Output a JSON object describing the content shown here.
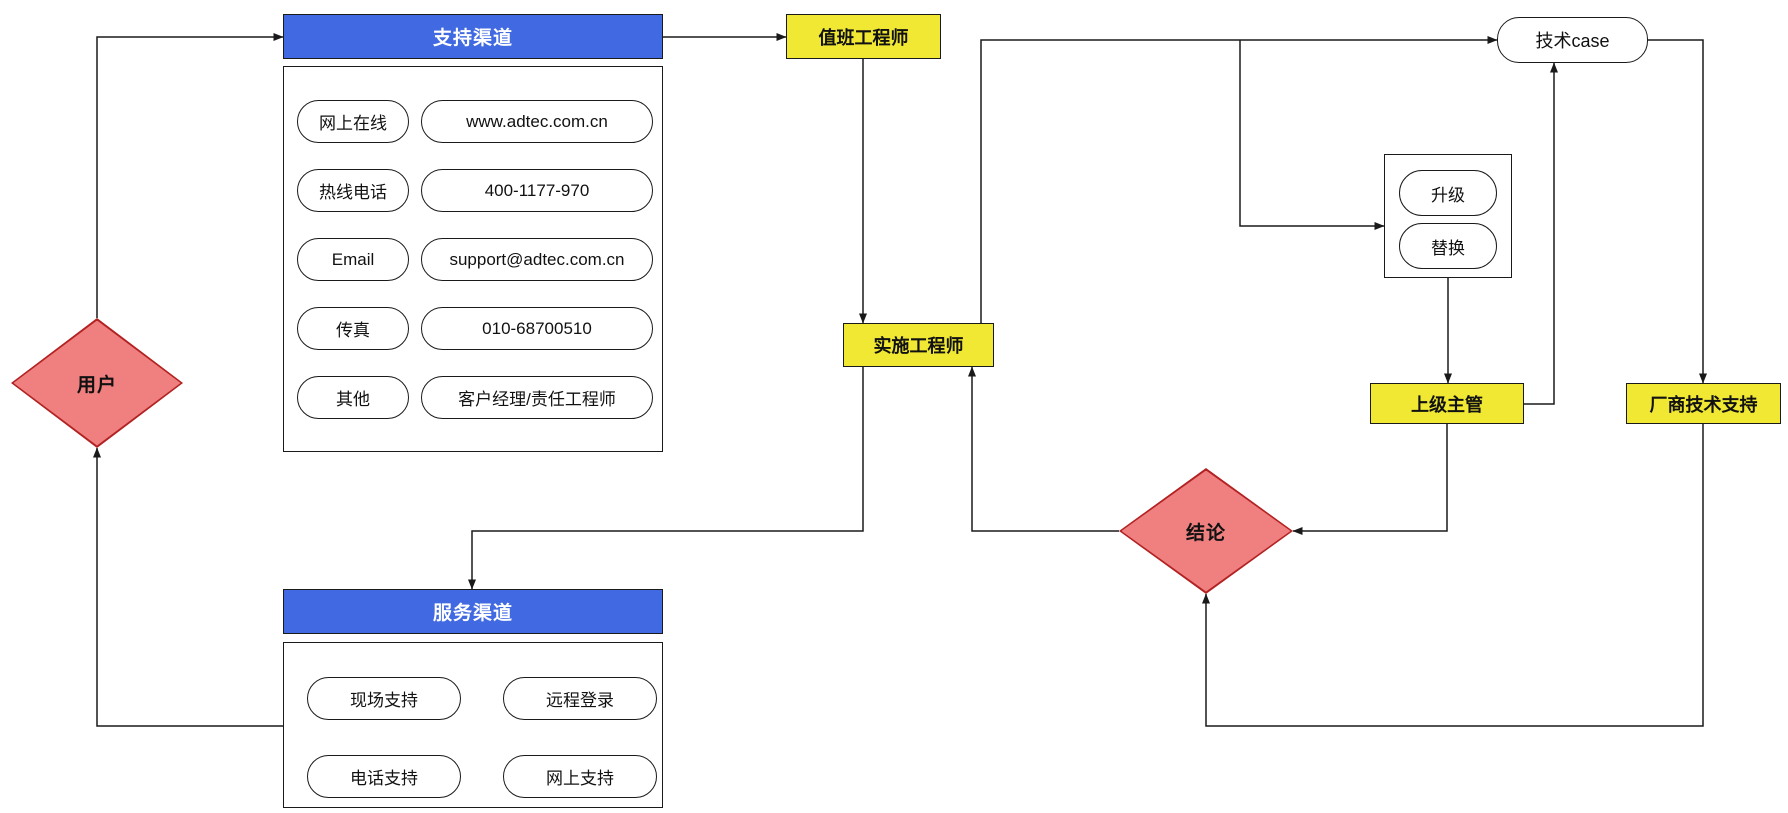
{
  "diagram": {
    "colors": {
      "blue": "#4169e1",
      "yellow": "#f0e833",
      "diamond_fill": "#f08080",
      "diamond_border": "#b22222"
    },
    "nodes": {
      "user": {
        "label": "用户"
      },
      "support_channels": {
        "title": "支持渠道"
      },
      "duty_engineer": {
        "label": "值班工程师"
      },
      "implementation_engineer": {
        "label": "实施工程师"
      },
      "tech_case": {
        "label": "技术case"
      },
      "escalation": {
        "upgrade": "升级",
        "replace": "替换"
      },
      "supervisor": {
        "label": "上级主管"
      },
      "vendor_support": {
        "label": "厂商技术支持"
      },
      "conclusion": {
        "label": "结论"
      },
      "service_channels": {
        "title": "服务渠道"
      }
    },
    "support_channel_rows": [
      {
        "type": "网上在线",
        "value": "www.adtec.com.cn"
      },
      {
        "type": "热线电话",
        "value": "400-1177-970"
      },
      {
        "type": "Email",
        "value": "support@adtec.com.cn"
      },
      {
        "type": "传真",
        "value": "010-68700510"
      },
      {
        "type": "其他",
        "value": "客户经理/责任工程师"
      }
    ],
    "service_channel_items": [
      {
        "label": "现场支持"
      },
      {
        "label": "远程登录"
      },
      {
        "label": "电话支持"
      },
      {
        "label": "网上支持"
      }
    ]
  }
}
